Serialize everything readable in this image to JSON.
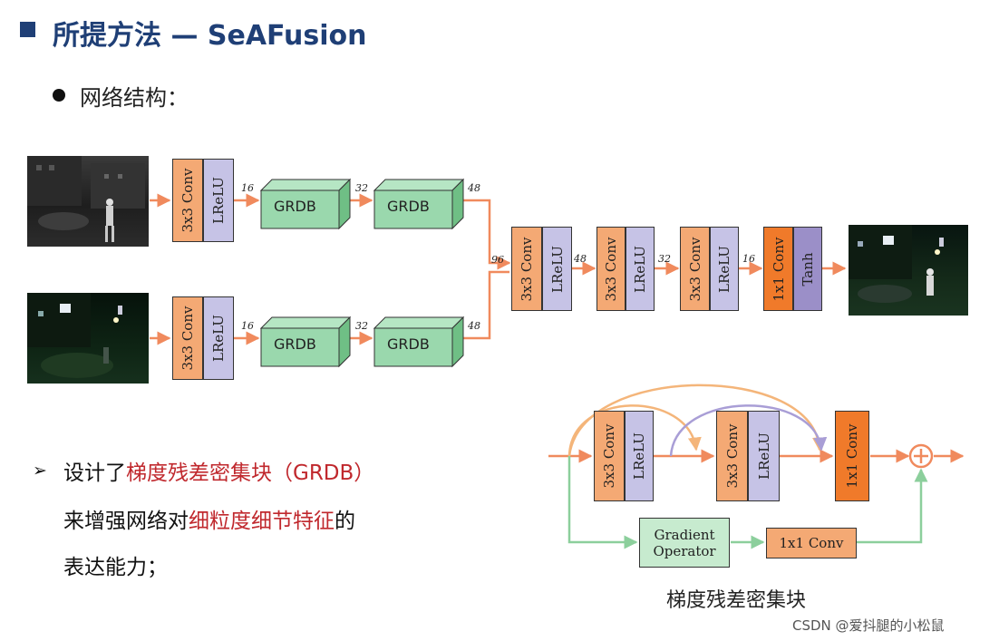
{
  "title": "所提方法 — SeAFusion",
  "subtitle": "网络结构：",
  "diagram": {
    "conv3x3": "3x3 Conv",
    "lrelu": "LReLU",
    "conv1x1": "1x1 Conv",
    "tanh": "Tanh",
    "grdb": "GRDB",
    "channels": {
      "c16": "16",
      "c32": "32",
      "c48": "48",
      "c96": "96"
    },
    "gradient_operator": "Gradient Operator",
    "block_caption": "梯度残差密集块"
  },
  "body": {
    "line1_prefix": "设计了",
    "line1_highlight": "梯度残差密集块（GRDB）",
    "line2_prefix": "来增强网络对",
    "line2_highlight": "细粒度细节特征",
    "line2_suffix": "的",
    "line3": "表达能力；"
  },
  "watermark": "CSDN @爱抖腿的小松鼠",
  "colors": {
    "title": "#1f3f76",
    "highlight": "#c0282d",
    "conv": "#f4a974",
    "lrelu": "#c6c3e6",
    "grdb": "#9ad8ad",
    "arrow": "#f08a5d"
  }
}
